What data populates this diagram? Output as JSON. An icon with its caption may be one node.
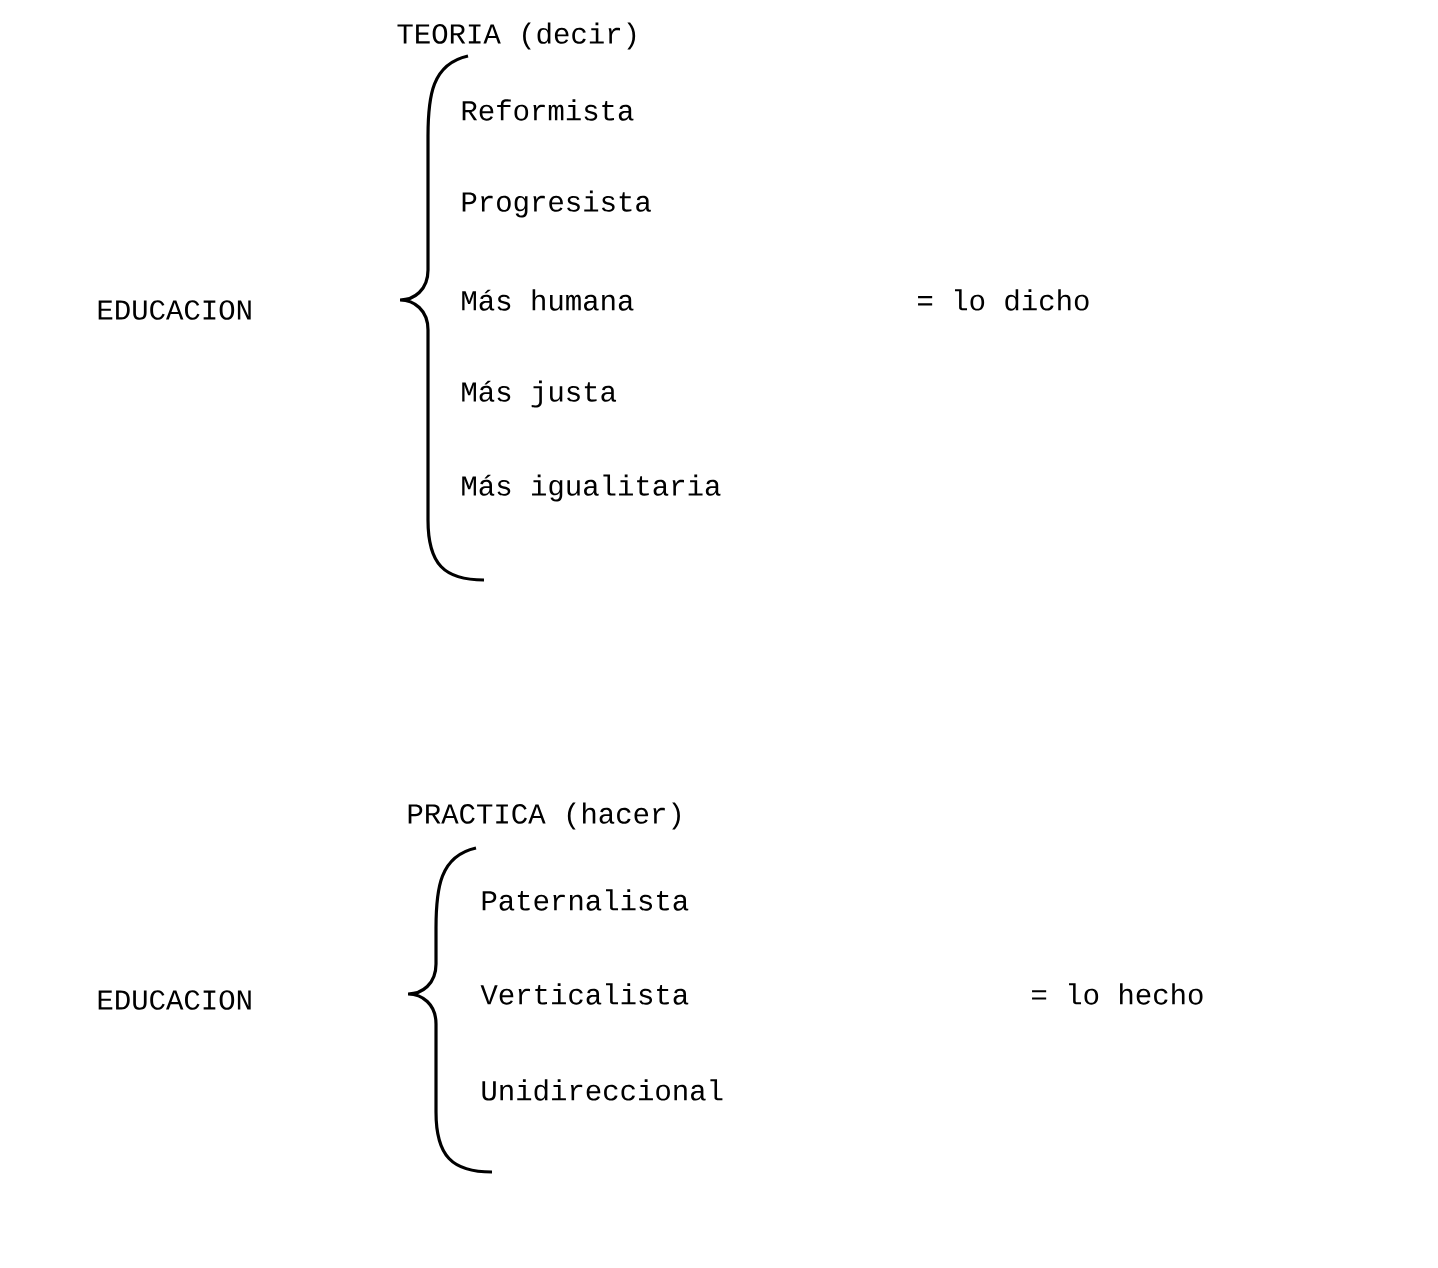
{
  "diagram": {
    "labels": [
      "TEORIA (decir)",
      "Reformista",
      "Progresista",
      "EDUCACION",
      "Más humana",
      "= lo dicho",
      "Más justa",
      "Más igualitaria",
      "PRACTICA (hacer)",
      "Paternalista",
      "EDUCACION",
      "Verticalista",
      "= lo hecho",
      "Unidireccional"
    ]
  }
}
